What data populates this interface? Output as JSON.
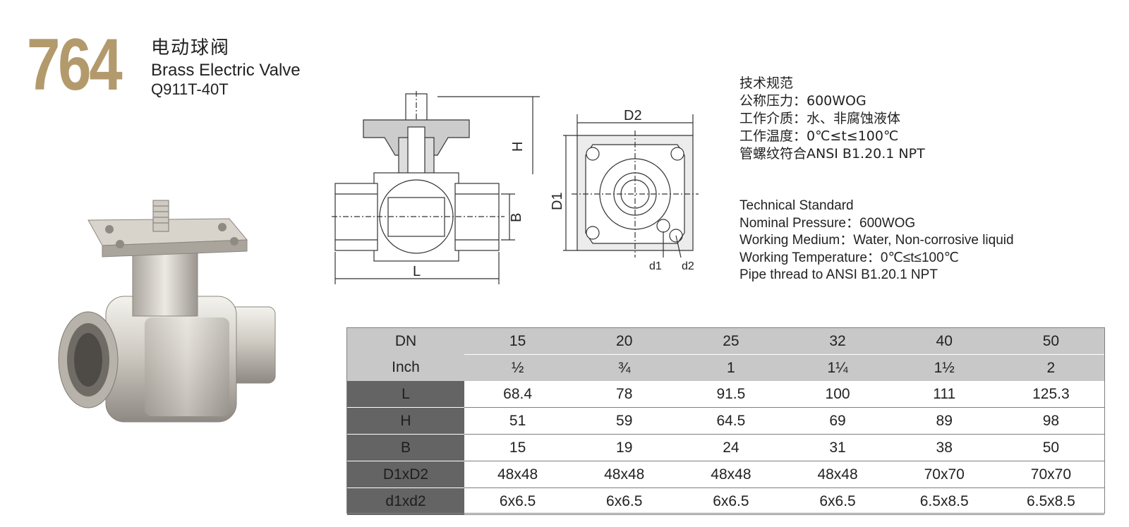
{
  "header": {
    "model_number": "764",
    "title_cn": "电动球阀",
    "title_en": "Brass Electric Valve",
    "model_code": "Q911T-40T"
  },
  "spec_cn": {
    "heading": "技术规范",
    "pressure": "公称压力：600WOG",
    "medium": "工作介质：水、非腐蚀液体",
    "temperature": "工作温度：0℃≤t≤100℃",
    "thread": "管螺纹符合ANSI B1.20.1 NPT"
  },
  "spec_en": {
    "heading": "Technical Standard",
    "pressure": "Nominal Pressure：600WOG",
    "medium": "Working Medium：Water, Non-corrosive liquid",
    "temperature": "Working Temperature：0℃≤t≤100℃",
    "thread": "Pipe thread to ANSI B1.20.1 NPT"
  },
  "drawing_labels": {
    "H": "H",
    "B": "B",
    "L": "L",
    "D1": "D1",
    "D2": "D2",
    "d1": "d1",
    "d2": "d2"
  },
  "table": {
    "rows": [
      {
        "label": "DN",
        "values": [
          "15",
          "20",
          "25",
          "32",
          "40",
          "50"
        ]
      },
      {
        "label": "Inch",
        "values": [
          "½",
          "¾",
          "1",
          "1¼",
          "1½",
          "2"
        ]
      },
      {
        "label": "L",
        "values": [
          "68.4",
          "78",
          "91.5",
          "100",
          "111",
          "125.3"
        ]
      },
      {
        "label": "H",
        "values": [
          "51",
          "59",
          "64.5",
          "69",
          "89",
          "98"
        ]
      },
      {
        "label": "B",
        "values": [
          "15",
          "19",
          "24",
          "31",
          "38",
          "50"
        ]
      },
      {
        "label": "D1xD2",
        "values": [
          "48x48",
          "48x48",
          "48x48",
          "48x48",
          "70x70",
          "70x70"
        ]
      },
      {
        "label": "d1xd2",
        "values": [
          "6x6.5",
          "6x6.5",
          "6x6.5",
          "6x6.5",
          "6.5x8.5",
          "6.5x8.5"
        ]
      }
    ]
  },
  "colors": {
    "model_number": "#b39a6c",
    "table_header_bg": "#c8c8c8",
    "table_label_bg": "#646464"
  }
}
